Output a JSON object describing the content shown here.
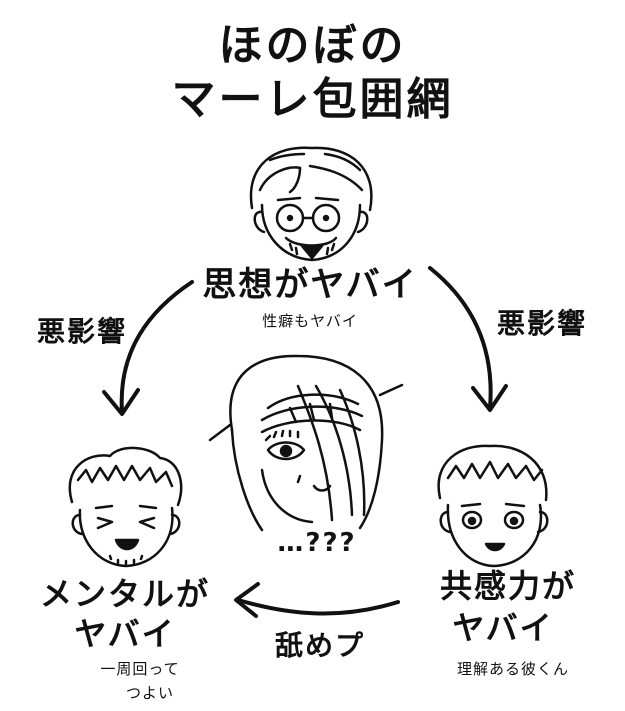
{
  "title": {
    "line1": "ほのぼの",
    "line2": "マーレ包囲網"
  },
  "nodes": {
    "top": {
      "label": "思想がヤバイ",
      "note": "性癖もヤバイ"
    },
    "left": {
      "label_line1": "メンタルが",
      "label_line2": "ヤバイ",
      "note_line1": "一周回って",
      "note_line2": "つよい"
    },
    "right": {
      "label_line1": "共感力が",
      "label_line2": "ヤバイ",
      "note": "理解ある彼くん"
    },
    "center": {
      "speech": "…???"
    }
  },
  "edges": {
    "top_to_left": "悪影響",
    "top_to_right": "悪影響",
    "right_to_left": "舐めプ"
  }
}
